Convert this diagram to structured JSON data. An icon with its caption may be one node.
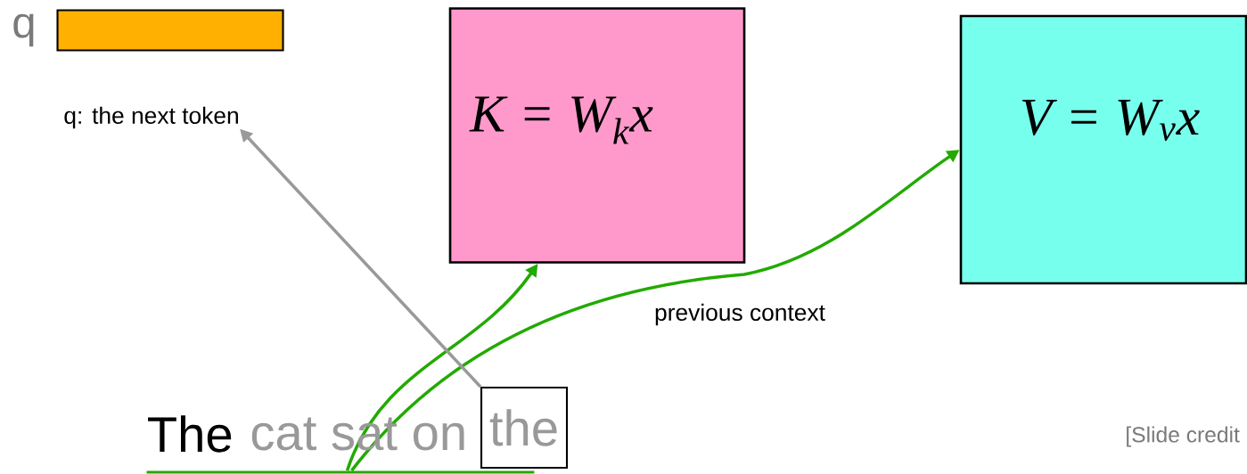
{
  "diagram": {
    "nodes": [
      {
        "text": [],
        "shape": "bar",
        "beside": [
          "q"
        ]
      },
      {
        "text": [
          "K = W$_{k}$x"
        ]
      },
      {
        "text": [
          "V = W$_{v}$x"
        ]
      },
      {
        "text": [
          "q: the next token"
        ]
      },
      {
        "text": [],
        "shape": "bar"
      },
      {
        "text": [
          "the"
        ]
      }
    ],
    "edges": [
      {
        "from": 4,
        "to": 1,
        "arrow": "to"
      },
      {
        "from": 4,
        "to": 2,
        "arrow": "to"
      },
      {
        "from": 5,
        "to": 3,
        "arrow": "to",
        "color": "#999999"
      }
    ],
    "labels": [
      "previous context",
      "The",
      "cat sat on",
      "[Slide credit"
    ]
  }
}
